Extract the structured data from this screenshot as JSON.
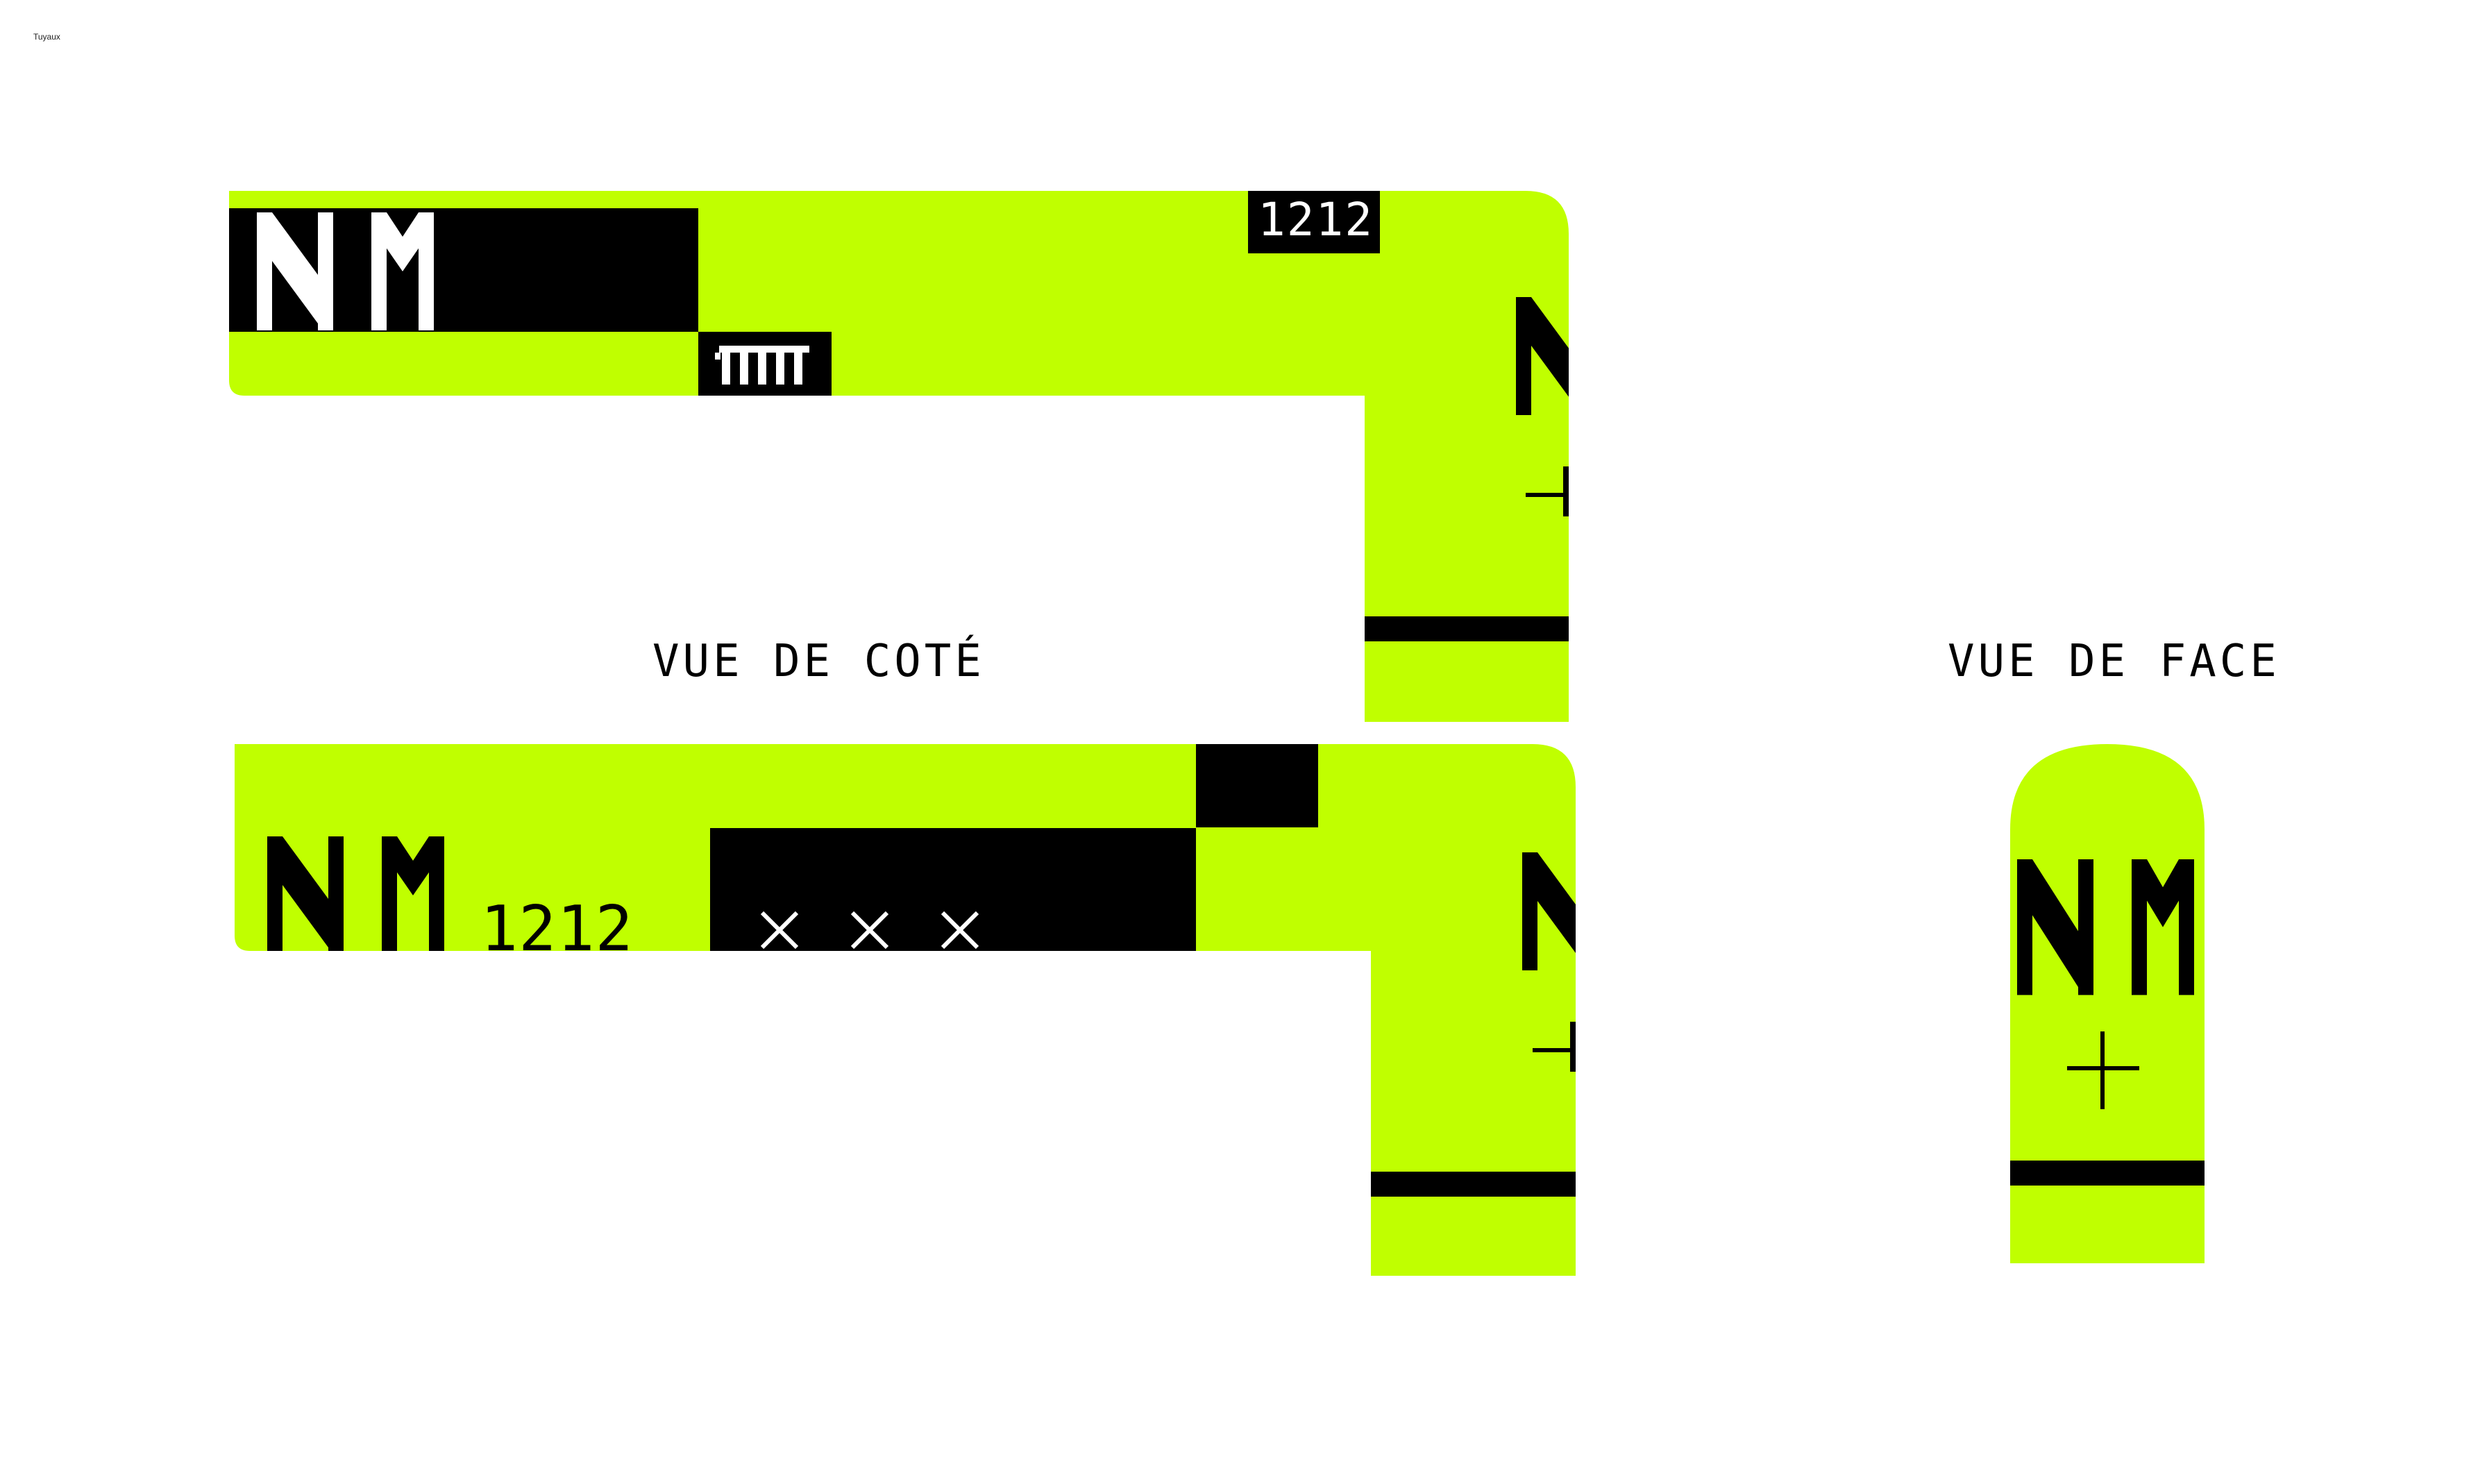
{
  "page": {
    "title": "Tuyaux"
  },
  "labels": {
    "side_view": "VUE DE COTÉ",
    "front_view": "VUE DE FACE"
  },
  "pipes": {
    "number_top": "1212",
    "number_bottom": "1212"
  },
  "colors": {
    "accent": "#C0FF00",
    "ink": "#000000",
    "background": "#FFFFFF",
    "mark": "#FFFFFF"
  },
  "icons": [
    "nm-logo",
    "checker-pattern",
    "plus-icon",
    "cross-icon"
  ]
}
